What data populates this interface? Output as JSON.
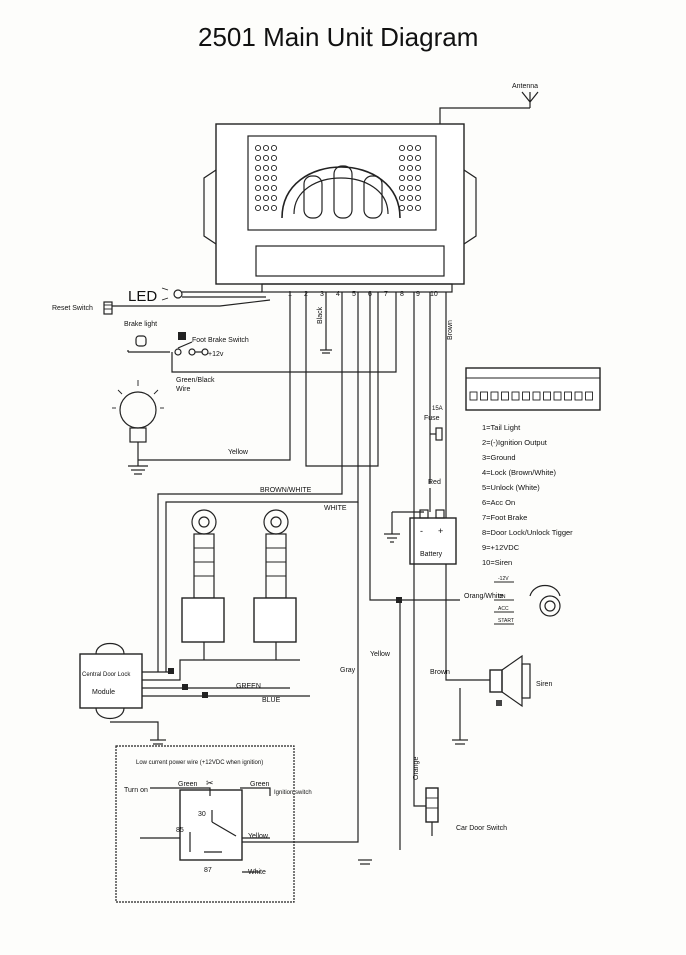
{
  "title": "2501 Main Unit Diagram",
  "labels": {
    "antenna": "Antenna",
    "led": "LED",
    "reset_switch": "Reset Switch",
    "brake_light": "Brake light",
    "foot_brake_switch": "Foot Brake Switch",
    "plus12v": "+12v",
    "green_black_1": "Green/Black",
    "green_black_2": "Wire",
    "yellow_1": "Yellow",
    "black": "Black",
    "brown_right": "Brown",
    "fuse_rating": "15A",
    "fuse": "Fuse",
    "red": "Red",
    "brown_white": "BROWN/WHITE",
    "white": "WHITE",
    "battery": "Battery",
    "battery_minus": "-",
    "battery_plus": "+",
    "orange_white": "Orang/White",
    "yellow_2": "Yellow",
    "gray": "Gray",
    "brown_siren": "Brown",
    "siren": "Siren",
    "green": "GREEN",
    "blue": "BLUE",
    "central_door_lock_1": "Central Door Lock",
    "central_door_lock_2": "Module",
    "orange": "Orange",
    "car_door_switch": "Car Door Switch",
    "ign_minus12v": "-12V",
    "ign_on": "ON",
    "ign_acc": "ACC",
    "ign_start": "START"
  },
  "pins": [
    "1",
    "2",
    "3",
    "4",
    "5",
    "6",
    "7",
    "8",
    "9",
    "10"
  ],
  "legend": [
    "1=Tail Light",
    "2=(-)Ignition Output",
    "3=Ground",
    "4=Lock (Brown/White)",
    "5=Unlock (White)",
    "6=Acc On",
    "7=Foot Brake",
    "8=Door Lock/Unlock Tigger",
    "9=+12VDC",
    "10=Siren"
  ],
  "relay": {
    "title": "Low current power wire (+12VDC when ignition)",
    "green_left": "Green",
    "green_right": "Green",
    "turn_on": "Turn on",
    "ignition_switch": "Ignition switch",
    "pin30": "30",
    "pin85": "85",
    "pin87": "87",
    "yellow": "Yellow",
    "white": "White"
  }
}
